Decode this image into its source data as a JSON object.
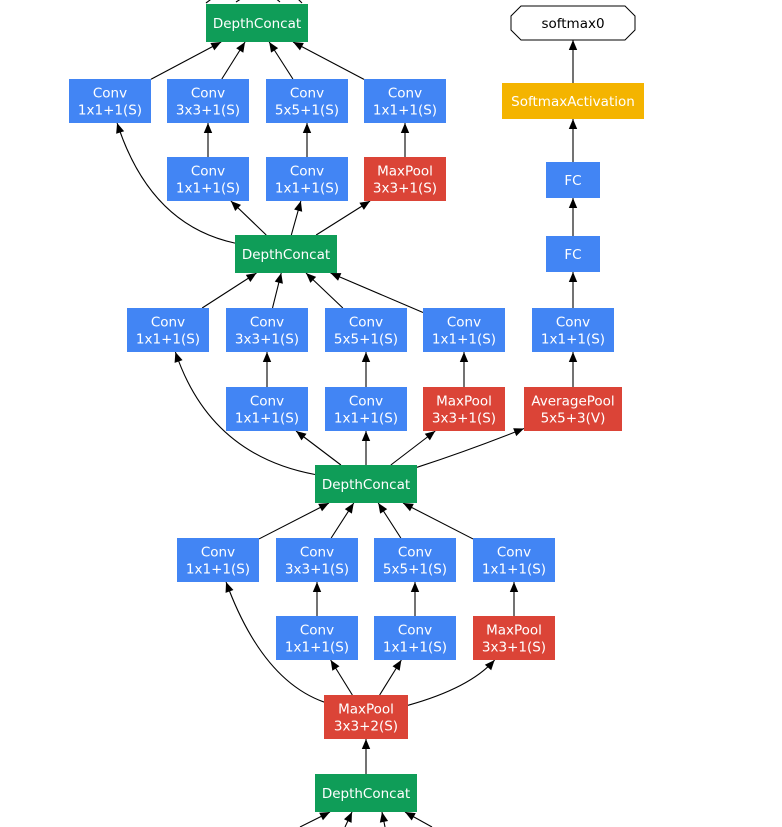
{
  "colors": {
    "conv": "#4285f4",
    "pool": "#db4437",
    "concat": "#0f9d58",
    "softmax_activation": "#f4b400",
    "output": "#ffffff"
  },
  "nodes": [
    {
      "id": "dc_top",
      "type": "concat",
      "lines": [
        "DepthConcat"
      ]
    },
    {
      "id": "c1",
      "type": "conv",
      "lines": [
        "Conv",
        "1x1+1(S)"
      ]
    },
    {
      "id": "c2",
      "type": "conv",
      "lines": [
        "Conv",
        "3x3+1(S)"
      ]
    },
    {
      "id": "c3",
      "type": "conv",
      "lines": [
        "Conv",
        "5x5+1(S)"
      ]
    },
    {
      "id": "c4",
      "type": "conv",
      "lines": [
        "Conv",
        "1x1+1(S)"
      ]
    },
    {
      "id": "c5",
      "type": "conv",
      "lines": [
        "Conv",
        "1x1+1(S)"
      ]
    },
    {
      "id": "c6",
      "type": "conv",
      "lines": [
        "Conv",
        "1x1+1(S)"
      ]
    },
    {
      "id": "mp1",
      "type": "pool",
      "lines": [
        "MaxPool",
        "3x3+1(S)"
      ]
    },
    {
      "id": "dc2",
      "type": "concat",
      "lines": [
        "DepthConcat"
      ]
    },
    {
      "id": "d1",
      "type": "conv",
      "lines": [
        "Conv",
        "1x1+1(S)"
      ]
    },
    {
      "id": "d2",
      "type": "conv",
      "lines": [
        "Conv",
        "3x3+1(S)"
      ]
    },
    {
      "id": "d3",
      "type": "conv",
      "lines": [
        "Conv",
        "5x5+1(S)"
      ]
    },
    {
      "id": "d4",
      "type": "conv",
      "lines": [
        "Conv",
        "1x1+1(S)"
      ]
    },
    {
      "id": "d5",
      "type": "conv",
      "lines": [
        "Conv",
        "1x1+1(S)"
      ]
    },
    {
      "id": "d6",
      "type": "conv",
      "lines": [
        "Conv",
        "1x1+1(S)"
      ]
    },
    {
      "id": "mp2",
      "type": "pool",
      "lines": [
        "MaxPool",
        "3x3+1(S)"
      ]
    },
    {
      "id": "ap",
      "type": "pool",
      "lines": [
        "AveragePool",
        "5x5+3(V)"
      ]
    },
    {
      "id": "aconv",
      "type": "conv",
      "lines": [
        "Conv",
        "1x1+1(S)"
      ]
    },
    {
      "id": "fc1",
      "type": "conv",
      "lines": [
        "FC"
      ]
    },
    {
      "id": "fc2",
      "type": "conv",
      "lines": [
        "FC"
      ]
    },
    {
      "id": "sa",
      "type": "softmax_activation",
      "lines": [
        "SoftmaxActivation"
      ]
    },
    {
      "id": "out",
      "type": "output",
      "lines": [
        "softmax0"
      ]
    },
    {
      "id": "dc3",
      "type": "concat",
      "lines": [
        "DepthConcat"
      ]
    },
    {
      "id": "e1",
      "type": "conv",
      "lines": [
        "Conv",
        "1x1+1(S)"
      ]
    },
    {
      "id": "e2",
      "type": "conv",
      "lines": [
        "Conv",
        "3x3+1(S)"
      ]
    },
    {
      "id": "e3",
      "type": "conv",
      "lines": [
        "Conv",
        "5x5+1(S)"
      ]
    },
    {
      "id": "e4",
      "type": "conv",
      "lines": [
        "Conv",
        "1x1+1(S)"
      ]
    },
    {
      "id": "e5",
      "type": "conv",
      "lines": [
        "Conv",
        "1x1+1(S)"
      ]
    },
    {
      "id": "e6",
      "type": "conv",
      "lines": [
        "Conv",
        "1x1+1(S)"
      ]
    },
    {
      "id": "mp3",
      "type": "pool",
      "lines": [
        "MaxPool",
        "3x3+1(S)"
      ]
    },
    {
      "id": "mpb",
      "type": "pool",
      "lines": [
        "MaxPool",
        "3x3+2(S)"
      ]
    },
    {
      "id": "dc_bot",
      "type": "concat",
      "lines": [
        "DepthConcat"
      ]
    }
  ],
  "edges": [
    [
      "c1",
      "dc_top"
    ],
    [
      "c2",
      "dc_top"
    ],
    [
      "c3",
      "dc_top"
    ],
    [
      "c4",
      "dc_top"
    ],
    [
      "c5",
      "c2"
    ],
    [
      "c6",
      "c3"
    ],
    [
      "mp1",
      "c4"
    ],
    [
      "dc2",
      "c1"
    ],
    [
      "dc2",
      "c5"
    ],
    [
      "dc2",
      "c6"
    ],
    [
      "dc2",
      "mp1"
    ],
    [
      "d1",
      "dc2"
    ],
    [
      "d2",
      "dc2"
    ],
    [
      "d3",
      "dc2"
    ],
    [
      "d4",
      "dc2"
    ],
    [
      "d5",
      "d2"
    ],
    [
      "d6",
      "d3"
    ],
    [
      "mp2",
      "d4"
    ],
    [
      "dc3",
      "d1"
    ],
    [
      "dc3",
      "d5"
    ],
    [
      "dc3",
      "d6"
    ],
    [
      "dc3",
      "mp2"
    ],
    [
      "dc3",
      "ap"
    ],
    [
      "ap",
      "aconv"
    ],
    [
      "aconv",
      "fc1"
    ],
    [
      "fc1",
      "fc2"
    ],
    [
      "fc2",
      "sa"
    ],
    [
      "sa",
      "out"
    ],
    [
      "e1",
      "dc3"
    ],
    [
      "e2",
      "dc3"
    ],
    [
      "e3",
      "dc3"
    ],
    [
      "e4",
      "dc3"
    ],
    [
      "e5",
      "e2"
    ],
    [
      "e6",
      "e3"
    ],
    [
      "mp3",
      "e4"
    ],
    [
      "mpb",
      "e1"
    ],
    [
      "mpb",
      "e5"
    ],
    [
      "mpb",
      "e6"
    ],
    [
      "mpb",
      "mp3"
    ],
    [
      "dc_bot",
      "mpb"
    ]
  ]
}
